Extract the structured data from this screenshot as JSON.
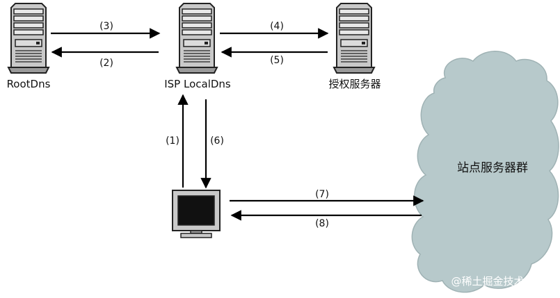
{
  "nodes": {
    "root_dns": "RootDns",
    "isp_local_dns": "ISP LocalDns",
    "authoritative_server": "授权服务器",
    "site_cluster": "站点服务器群"
  },
  "steps": [
    "(1)",
    "(2)",
    "(3)",
    "(4)",
    "(5)",
    "(6)",
    "(7)",
    "(8)"
  ],
  "watermark": "@稀土掘金技术社区",
  "colors": {
    "server_body": "#c9c9c9",
    "server_outline": "#222222",
    "cloud_fill": "#b7c9cb",
    "arrow": "#000000"
  },
  "icons": [
    "server-icon",
    "monitor-icon",
    "cloud-icon"
  ]
}
